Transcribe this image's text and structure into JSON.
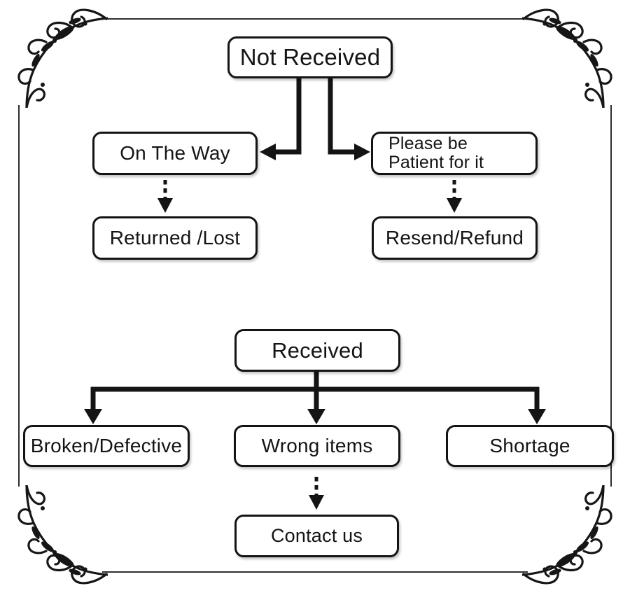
{
  "colors": {
    "ink": "#141414",
    "frame_line": "#2e2e2e",
    "background": "#ffffff"
  },
  "frame": {
    "corner_ornament": "floral-flourish-icon",
    "corners": [
      "top-left",
      "top-right",
      "bottom-left",
      "bottom-right"
    ]
  },
  "flowchart": {
    "nodes": [
      {
        "id": "not-received",
        "label": "Not Received"
      },
      {
        "id": "on-the-way",
        "label": "On The Way"
      },
      {
        "id": "please-be-patient",
        "label": "Please be Patient for it"
      },
      {
        "id": "returned-lost",
        "label": "Returned /Lost"
      },
      {
        "id": "resend-refund",
        "label": "Resend/Refund"
      },
      {
        "id": "received",
        "label": "Received"
      },
      {
        "id": "broken-defective",
        "label": "Broken/Defective"
      },
      {
        "id": "wrong-items",
        "label": "Wrong items"
      },
      {
        "id": "shortage",
        "label": "Shortage"
      },
      {
        "id": "contact-us",
        "label": "Contact us"
      }
    ],
    "edges": [
      {
        "from": "not-received",
        "to": "on-the-way",
        "style": "solid-elbow-arrow"
      },
      {
        "from": "not-received",
        "to": "please-be-patient",
        "style": "solid-elbow-arrow"
      },
      {
        "from": "on-the-way",
        "to": "returned-lost",
        "style": "dashed-arrow"
      },
      {
        "from": "please-be-patient",
        "to": "resend-refund",
        "style": "dashed-arrow"
      },
      {
        "from": "received",
        "to": "broken-defective",
        "style": "solid-tree-arrow"
      },
      {
        "from": "received",
        "to": "wrong-items",
        "style": "solid-tree-arrow"
      },
      {
        "from": "received",
        "to": "shortage",
        "style": "solid-tree-arrow"
      },
      {
        "from": "wrong-items",
        "to": "contact-us",
        "style": "dashed-arrow"
      }
    ]
  }
}
